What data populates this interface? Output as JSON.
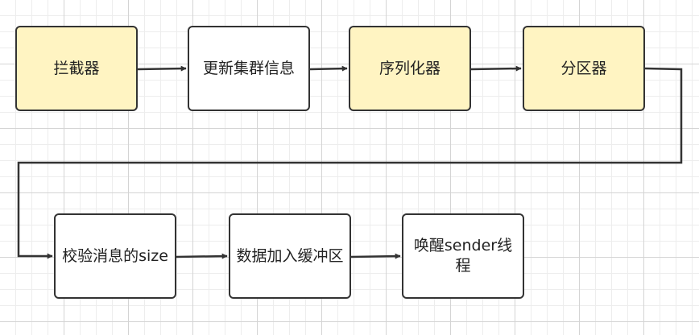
{
  "nodes": [
    {
      "id": "interceptor",
      "label": "拦截器",
      "fill": "#fff4c2"
    },
    {
      "id": "update-meta",
      "label": "更新集群信息",
      "fill": "#ffffff"
    },
    {
      "id": "serializer",
      "label": "序列化器",
      "fill": "#fff4c2"
    },
    {
      "id": "partitioner",
      "label": "分区器",
      "fill": "#fff4c2"
    },
    {
      "id": "check-size",
      "label": "校验消息的size",
      "fill": "#ffffff"
    },
    {
      "id": "append-buffer",
      "label": "数据加入缓冲区",
      "fill": "#ffffff"
    },
    {
      "id": "wake-sender",
      "label": "唤醒sender线程",
      "fill": "#ffffff"
    }
  ],
  "edges": [
    {
      "from": "interceptor",
      "to": "update-meta"
    },
    {
      "from": "update-meta",
      "to": "serializer"
    },
    {
      "from": "serializer",
      "to": "partitioner"
    },
    {
      "from": "partitioner",
      "to": "check-size"
    },
    {
      "from": "check-size",
      "to": "append-buffer"
    },
    {
      "from": "append-buffer",
      "to": "wake-sender"
    }
  ],
  "colors": {
    "node_border": "#333333",
    "highlight_fill": "#fff4c2",
    "default_fill": "#ffffff",
    "connector": "#333333"
  }
}
